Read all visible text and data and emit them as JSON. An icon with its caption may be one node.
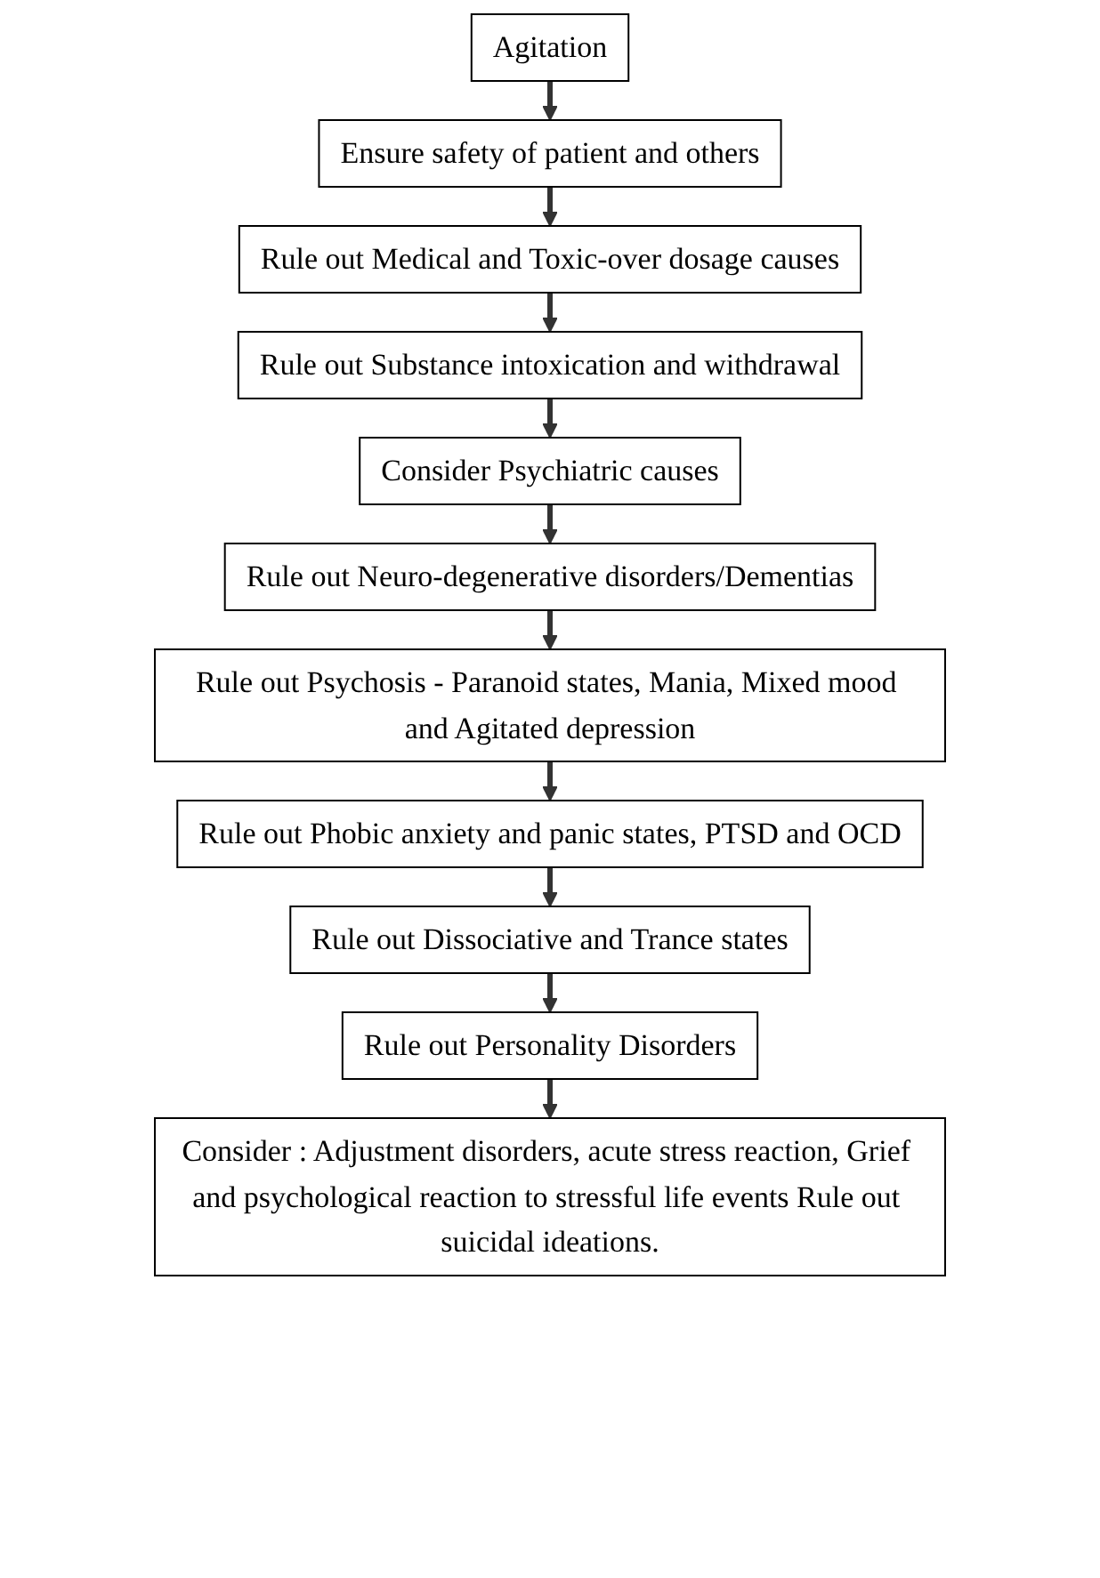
{
  "diagram": {
    "nodes": [
      {
        "text": [
          "Agitation"
        ]
      },
      {
        "text": [
          "Ensure safety of patient and others"
        ]
      },
      {
        "text": [
          "Rule out Medical and Toxic-over dosage causes"
        ]
      },
      {
        "text": [
          "Rule out Substance intoxication and withdrawal"
        ]
      },
      {
        "text": [
          "Consider Psychiatric causes"
        ]
      },
      {
        "text": [
          "Rule out Neuro-degenerative disorders/Dementias"
        ]
      },
      {
        "text": [
          "Rule out Psychosis - Paranoid states, Mania, Mixed mood and Agitated depression"
        ]
      },
      {
        "text": [
          "Rule out Phobic anxiety and panic states, PTSD and OCD"
        ]
      },
      {
        "text": [
          "Rule out Dissociative and Trance states"
        ]
      },
      {
        "text": [
          "Rule out Personality Disorders"
        ]
      },
      {
        "text": [
          "Consider : Adjustment disorders, acute stress reaction, Grief and psychological reaction to stressful life events Rule out suicidal ideations."
        ]
      }
    ],
    "edges": [
      {
        "from": 0,
        "to": 1,
        "arrow": "to"
      },
      {
        "from": 1,
        "to": 2,
        "arrow": "to"
      },
      {
        "from": 2,
        "to": 3,
        "arrow": "to"
      },
      {
        "from": 3,
        "to": 4,
        "arrow": "to"
      },
      {
        "from": 4,
        "to": 5,
        "arrow": "to"
      },
      {
        "from": 5,
        "to": 6,
        "arrow": "to"
      },
      {
        "from": 6,
        "to": 7,
        "arrow": "to"
      },
      {
        "from": 7,
        "to": 8,
        "arrow": "to"
      },
      {
        "from": 8,
        "to": 9,
        "arrow": "to"
      },
      {
        "from": 9,
        "to": 10,
        "arrow": "to"
      }
    ]
  }
}
